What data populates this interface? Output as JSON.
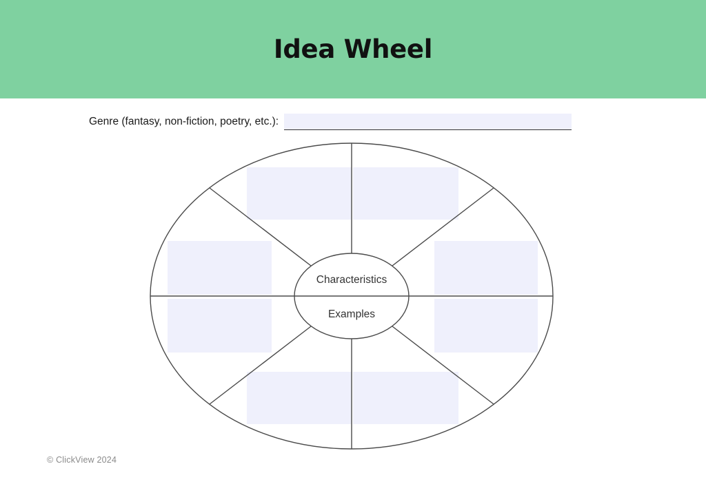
{
  "header": {
    "title": "Idea Wheel",
    "background_color": "#7fd1a0",
    "title_color": "#111111"
  },
  "genre": {
    "label": "Genre (fantasy, non-fiction, poetry, etc.):",
    "value": "",
    "placeholder": "",
    "field_fill_color": "#eff0fc",
    "underline_color": "#333333"
  },
  "wheel": {
    "hub": {
      "top_label": "Characteristics",
      "bottom_label": "Examples"
    },
    "stroke_color": "#4a4a4a",
    "answer_box_color": "#eff0fc",
    "segment_count": 8,
    "segments": [
      {
        "id": "segment-top-left",
        "value": ""
      },
      {
        "id": "segment-top-right",
        "value": ""
      },
      {
        "id": "segment-upper-right",
        "value": ""
      },
      {
        "id": "segment-lower-right",
        "value": ""
      },
      {
        "id": "segment-bottom-right",
        "value": ""
      },
      {
        "id": "segment-bottom-left",
        "value": ""
      },
      {
        "id": "segment-lower-left",
        "value": ""
      },
      {
        "id": "segment-upper-left",
        "value": ""
      }
    ]
  },
  "footer": {
    "copyright": "© ClickView 2024"
  }
}
